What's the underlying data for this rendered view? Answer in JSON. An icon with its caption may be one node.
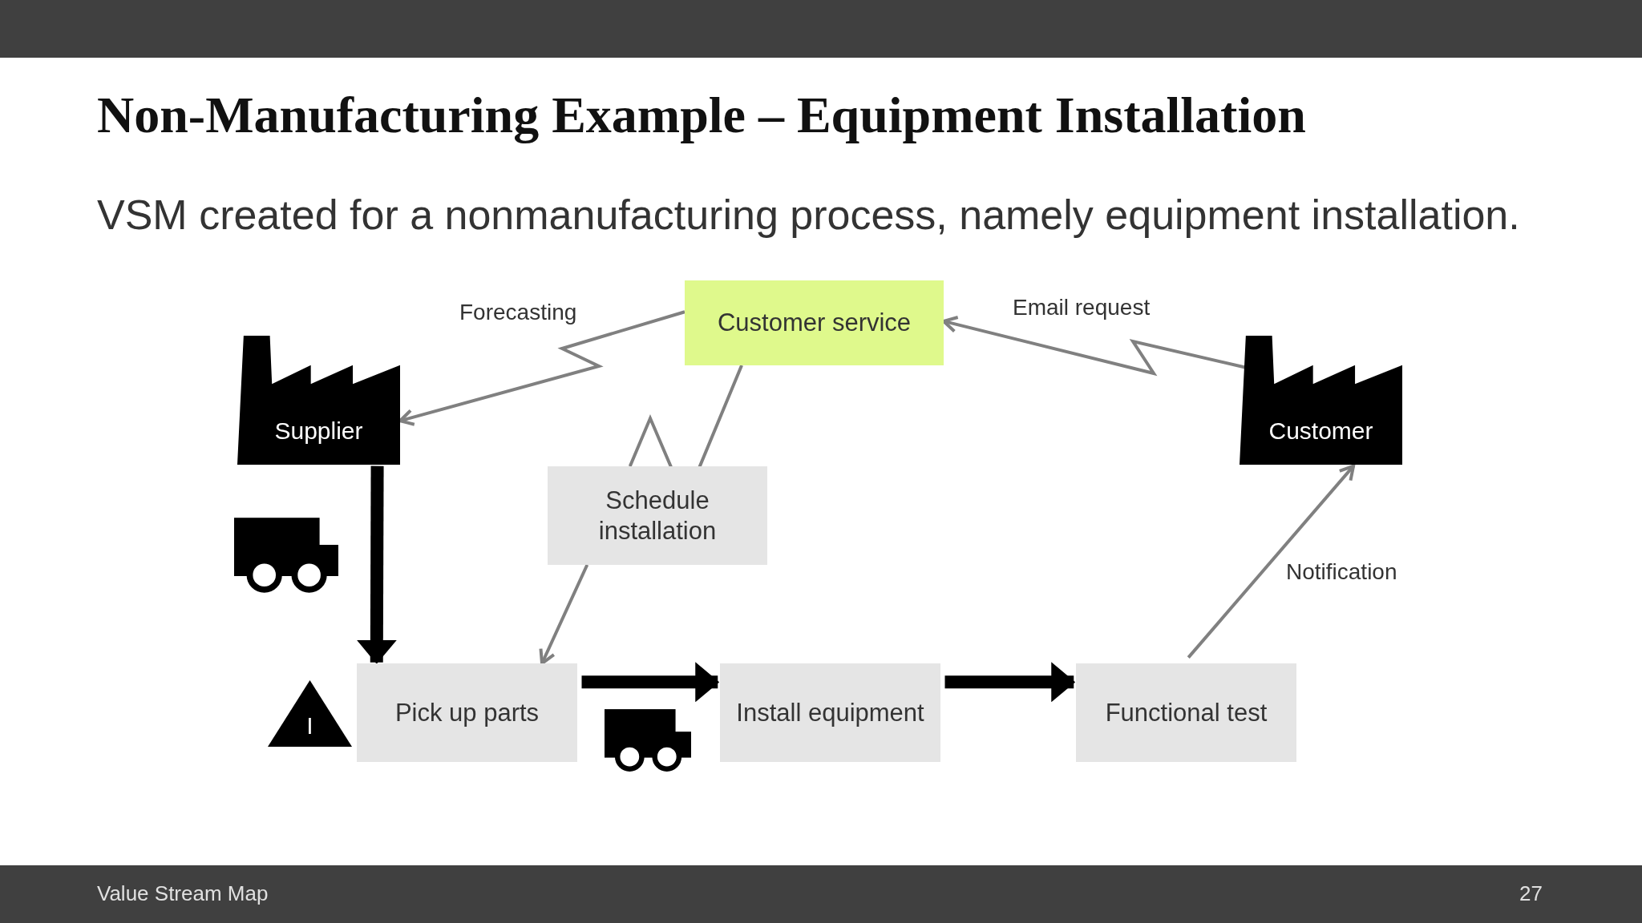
{
  "diagram": {
    "title": "Non-Manufacturing Example – Equipment Installation",
    "nodes": [
      {
        "text": [
          "Customer service"
        ]
      },
      {
        "text": [
          "Supplier"
        ]
      },
      {
        "text": [
          "Customer"
        ]
      },
      {
        "text": [
          "Schedule installation"
        ]
      },
      {
        "text": [
          "I"
        ]
      },
      {
        "text": [
          "Pick up parts"
        ]
      },
      {
        "text": [
          "Install equipment"
        ]
      },
      {
        "text": [
          "Functional test"
        ]
      }
    ],
    "edges": [
      {
        "from": 0,
        "to": 1,
        "arrow": "to",
        "label": "Forecasting"
      },
      {
        "from": 2,
        "to": 0,
        "arrow": "to",
        "label": "Email request"
      },
      {
        "from": 0,
        "to": 3,
        "arrow": "none"
      },
      {
        "from": 3,
        "to": 5,
        "arrow": "to"
      },
      {
        "from": 7,
        "to": 2,
        "arrow": "to",
        "label": "Notification"
      },
      {
        "from": 1,
        "to": 5,
        "arrow": "to",
        "style": "thick",
        "color": "#000000"
      },
      {
        "from": 5,
        "to": 6,
        "arrow": "to",
        "style": "thick",
        "color": "#000000"
      },
      {
        "from": 6,
        "to": 7,
        "arrow": "to",
        "style": "thick",
        "color": "#000000"
      }
    ],
    "labels": [
      "VSM created for a nonmanufacturing process, namely equipment installation.",
      "Value Stream Map",
      "27"
    ]
  }
}
